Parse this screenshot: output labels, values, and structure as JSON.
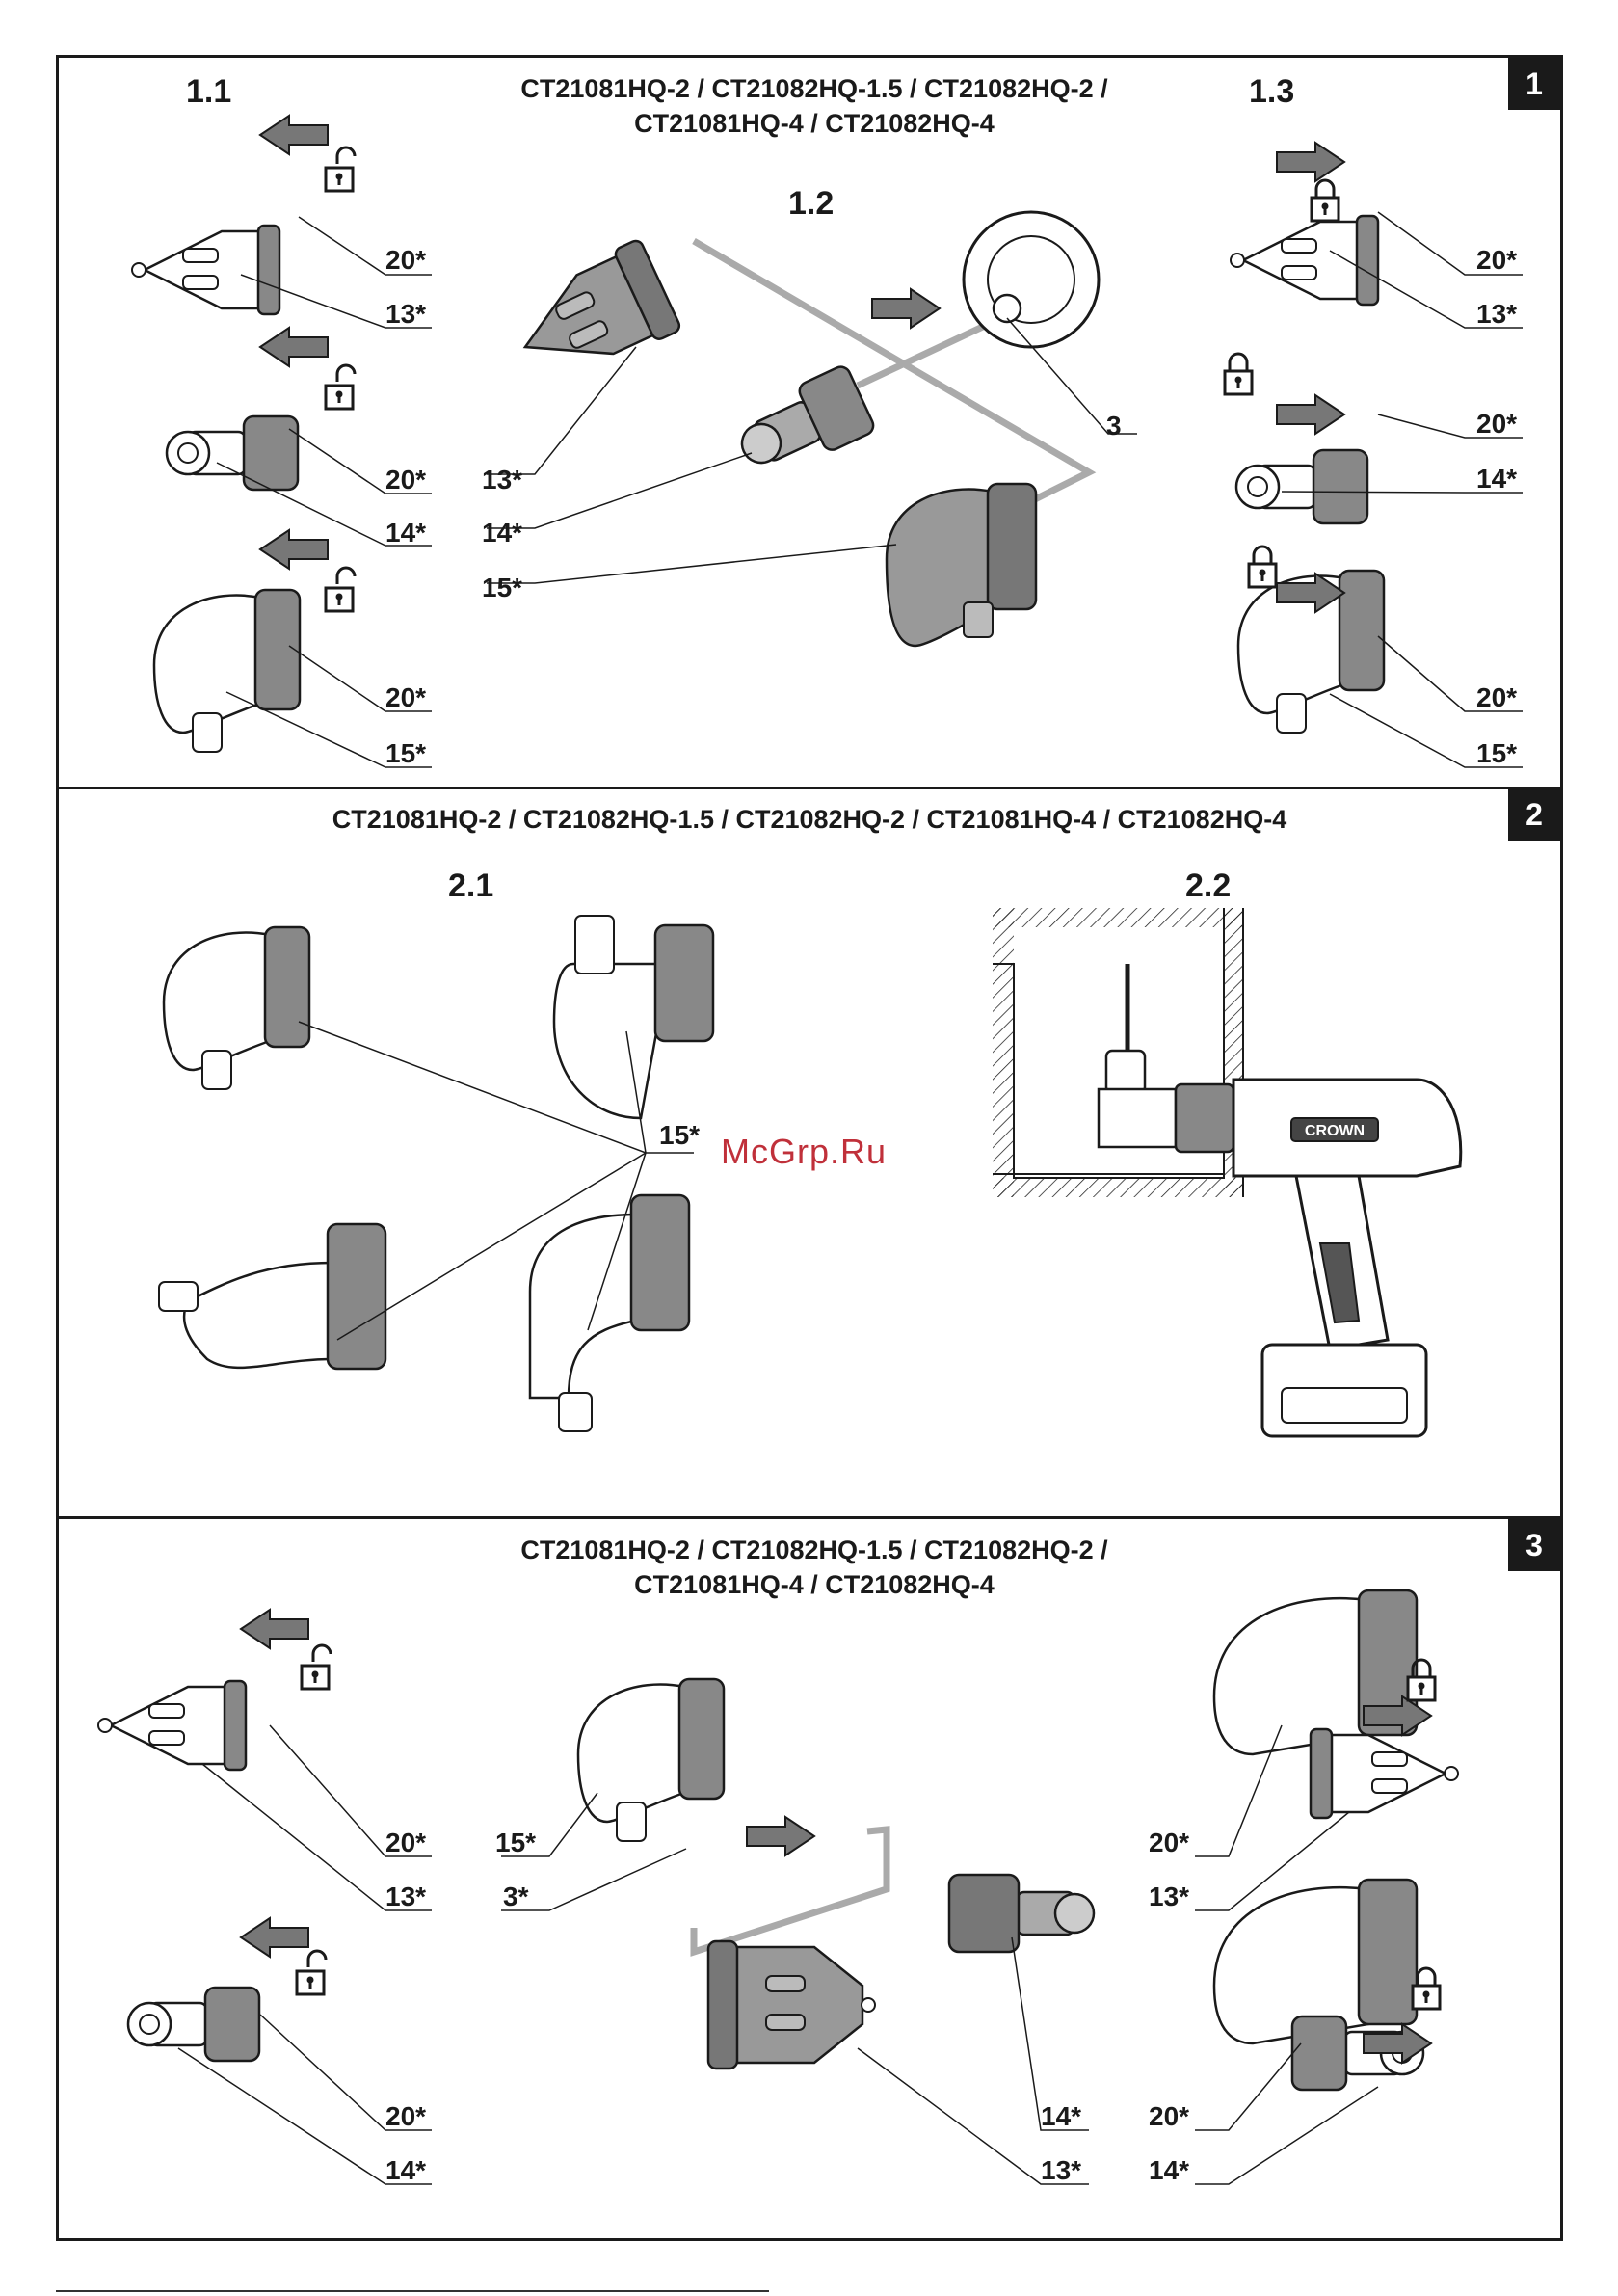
{
  "sections": [
    {
      "number": "1",
      "heading_line1": "CT21081HQ-2 / CT21082HQ-1.5 / CT21082HQ-2 /",
      "heading_line2": "CT21081HQ-4 / CT21082HQ-4",
      "steps": [
        "1.1",
        "1.2",
        "1.3"
      ],
      "labels": {
        "s11_20a": "20*",
        "s11_13": "13*",
        "s11_20b": "20*",
        "s11_14": "14*",
        "s11_20c": "20*",
        "s11_15": "15*",
        "s12_13": "13*",
        "s12_14": "14*",
        "s12_15": "15*",
        "s12_3": "3",
        "s13_20a": "20*",
        "s13_13": "13*",
        "s13_20b": "20*",
        "s13_14": "14*",
        "s13_20c": "20*",
        "s13_15": "15*"
      }
    },
    {
      "number": "2",
      "heading": "CT21081HQ-2 / CT21082HQ-1.5 / CT21082HQ-2 / CT21081HQ-4 / CT21082HQ-4",
      "steps": [
        "2.1",
        "2.2"
      ],
      "labels": {
        "s21_15": "15*"
      },
      "drill_brand": "CROWN"
    },
    {
      "number": "3",
      "heading_line1": "CT21081HQ-2 / CT21082HQ-1.5 / CT21082HQ-2 /",
      "heading_line2": "CT21081HQ-4 / CT21082HQ-4",
      "labels": {
        "l_20a": "20*",
        "l_13": "13*",
        "l_20b": "20*",
        "l_14": "14*",
        "c_15": "15*",
        "c_3": "3*",
        "c_14": "14*",
        "c_13": "13*",
        "r_20a": "20*",
        "r_13": "13*",
        "r_20b": "20*",
        "r_14": "14*"
      }
    }
  ],
  "watermark": "McGrp.Ru",
  "colors": {
    "ink": "#1a1a1a",
    "part_dark": "#6e6e6e",
    "part_mid": "#9a9a9a",
    "part_light": "#d9d9d9",
    "watermark": "#c0303a"
  }
}
